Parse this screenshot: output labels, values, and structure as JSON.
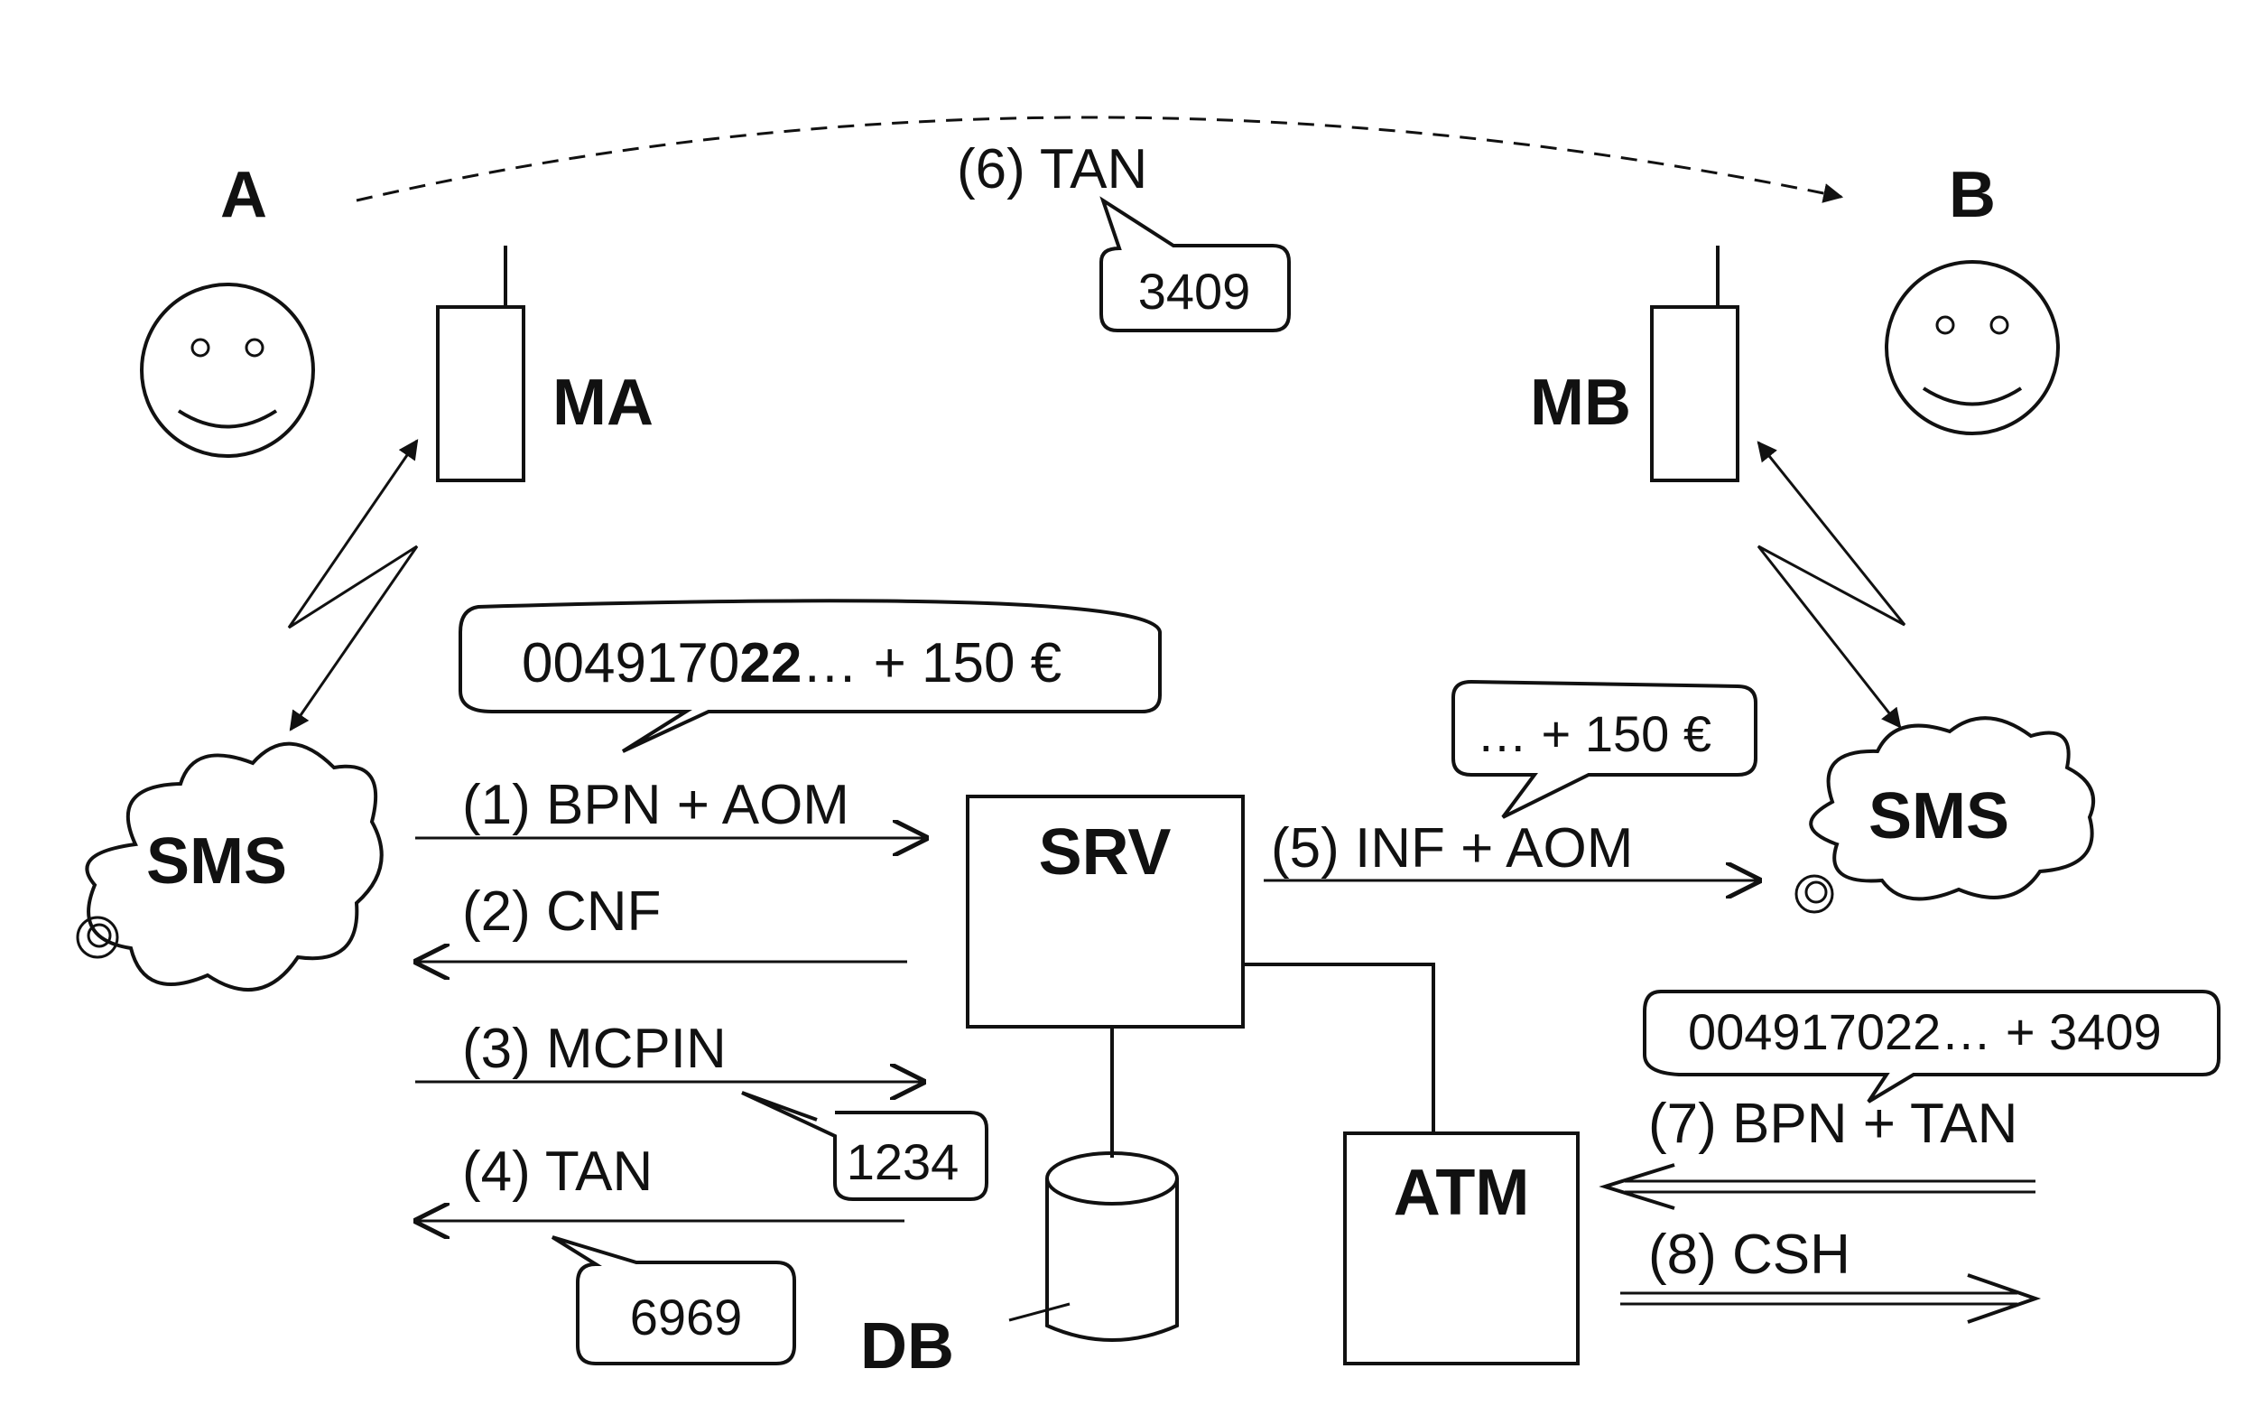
{
  "actors": {
    "a": "A",
    "b": "B"
  },
  "devices": {
    "ma": "MA",
    "mb": "MB"
  },
  "nodes": {
    "srv": "SRV",
    "atm": "ATM",
    "db": "DB",
    "sms_a": "SMS",
    "sms_b": "SMS"
  },
  "steps": {
    "s1": "(1) BPN + AOM",
    "s2": "(2) CNF",
    "s3": "(3) MCPIN",
    "s4": "(4) TAN",
    "s5": "(5) INF + AOM",
    "s6": "(6) TAN",
    "s7": "(7) BPN + TAN",
    "s8": "(8) CSH"
  },
  "bubbles": {
    "tan_b": "3409",
    "sms_a_prefix": "0049170",
    "sms_a_bold": "22",
    "sms_a_suffix": "… + 150 €",
    "sms_b": "… + 150 €",
    "pin": "1234",
    "tan": "6969",
    "atm_sms": "004917022… + 3409"
  }
}
